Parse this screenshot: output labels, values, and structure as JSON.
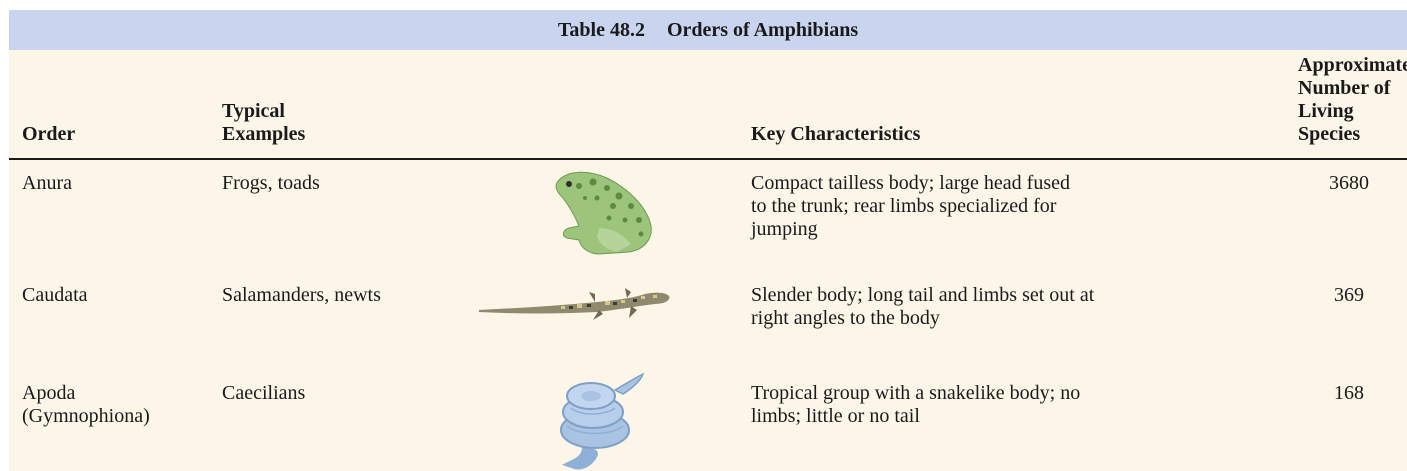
{
  "table": {
    "number": "Table 48.2",
    "title": "Orders of Amphibians",
    "headers": {
      "order": "Order",
      "examples_line1": "Typical",
      "examples_line2": "Examples",
      "key": "Key Characteristics",
      "count_line1": "Approximate",
      "count_line2": "Number of",
      "count_line3": "Living Species"
    },
    "rows": [
      {
        "order_line1": "Anura",
        "order_line2": "",
        "examples": "Frogs, toads",
        "illustration": "frog-illustration",
        "key_line1": "Compact tailless body; large head fused",
        "key_line2": "to the trunk; rear limbs specialized for",
        "key_line3": "jumping",
        "count": "3680"
      },
      {
        "order_line1": "Caudata",
        "order_line2": "",
        "examples": "Salamanders, newts",
        "illustration": "salamander-illustration",
        "key_line1": "Slender body; long tail and limbs set out at",
        "key_line2": "right angles to the body",
        "count": "369"
      },
      {
        "order_line1": "Apoda",
        "order_line2": "(Gymnophiona)",
        "examples": "Caecilians",
        "illustration": "caecilian-illustration",
        "key_line1": "Tropical group with a snakelike body; no",
        "key_line2": "limbs; little or no tail",
        "count": "168"
      }
    ]
  },
  "colors": {
    "caption_bar": "#c9d5ef",
    "body_background": "#fcf6e9",
    "text": "#1a1a1a",
    "frog_green": "#9cc47a",
    "caecilian_blue": "#a9c3e3"
  }
}
